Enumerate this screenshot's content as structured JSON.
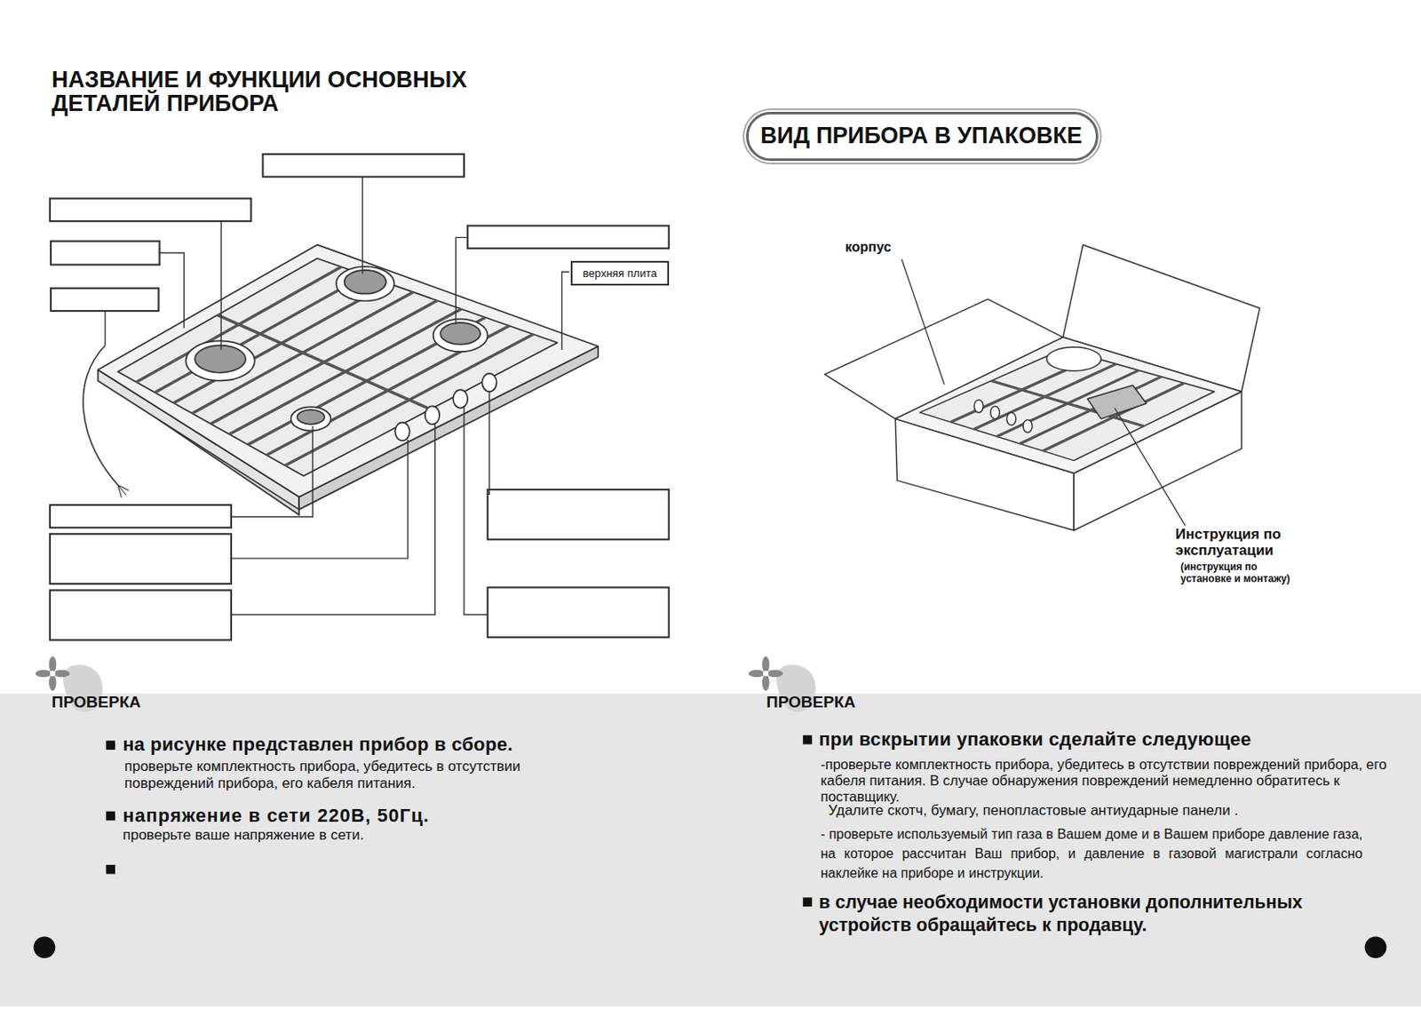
{
  "diagram": {
    "title": "НАЗВАНИЕ И ФУНКЦИИ ОСНОВНЫХ ДЕТАЛЕЙ ПРИБОРА",
    "nodes": [
      {
        "text": [
          "верхняя плита"
        ]
      },
      {
        "text": [
          "ВИД ПРИБОРА В УПАКОВКЕ"
        ]
      }
    ],
    "labels": [
      "корпус",
      "Инструкция по эксплуатации",
      "(инструкция по установке и монтажу)",
      "ПРОВЕРКА",
      "на рисунке представлен прибор в сборе.",
      "проверьте комплектность прибора, убедитесь в отсутствии повреждений прибора, его кабеля питания.",
      "напряжение в сети 220В, 50Гц.",
      "проверьте ваше напряжение в сети.",
      "ПРОВЕРКА",
      "при вскрытии упаковки сделайте следующее",
      "-проверьте комплектность прибора, убедитесь в отсутствии повреждений прибора, его кабеля питания. В случае обнаружения повреждений немедленно обратитесь к поставщику.",
      "Удалите скотч, бумагу, пенопластовые антиударные панели .",
      "- проверьте используемый тип газа в Вашем доме и в Вашем приборе давление газа, на которое рассчитан Ваш прибор, и давление в газовой магистрали согласно наклейке на приборе и инструкции.",
      "в случае необходимости установки дополнительных устройств обращайтесь к продавцу."
    ]
  }
}
